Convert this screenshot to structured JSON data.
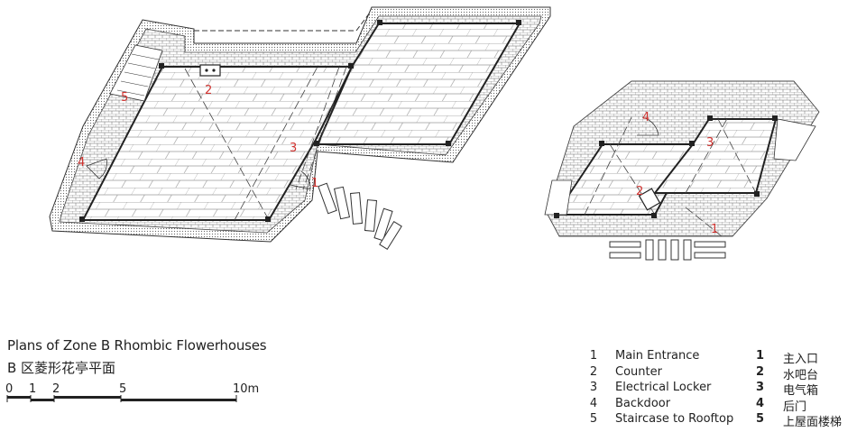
{
  "title": {
    "en": "Plans of Zone B Rhombic Flowerhouses",
    "cn": "B 区菱形花亭平面"
  },
  "scale_bar": {
    "labels": [
      "0",
      "1",
      "2",
      "5",
      "10m"
    ]
  },
  "legend": [
    {
      "num": "1",
      "en": "Main Entrance",
      "num_cn": "1",
      "cn": "主入口"
    },
    {
      "num": "2",
      "en": "Counter",
      "num_cn": "2",
      "cn": "水吧台"
    },
    {
      "num": "3",
      "en": "Electrical Locker",
      "num_cn": "3",
      "cn": "电气箱"
    },
    {
      "num": "4",
      "en": "Backdoor",
      "num_cn": "4",
      "cn": "后门"
    },
    {
      "num": "5",
      "en": "Staircase to Rooftop",
      "num_cn": "5",
      "cn": "上屋面楼梯"
    }
  ],
  "callouts": {
    "left": {
      "c1": "1",
      "c2": "2",
      "c3": "3",
      "c4": "4",
      "c5": "5"
    },
    "right": {
      "c1": "1",
      "c2": "2",
      "c3": "3",
      "c4": "4"
    }
  },
  "colors": {
    "ink": "#222222",
    "callout": "#d0322f",
    "paving": "#888888"
  }
}
